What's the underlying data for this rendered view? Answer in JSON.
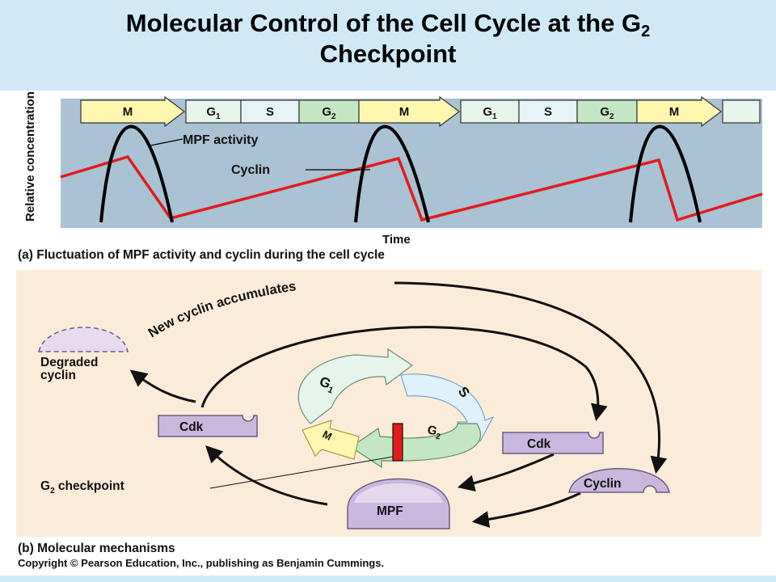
{
  "title": {
    "main": "Molecular Control of the Cell Cycle at the G",
    "sub": "2",
    "line2": "Checkpoint"
  },
  "panel_a": {
    "phases": [
      {
        "letter": "M",
        "sub": ""
      },
      {
        "letter": "G",
        "sub": "1"
      },
      {
        "letter": "S",
        "sub": ""
      },
      {
        "letter": "G",
        "sub": "2"
      },
      {
        "letter": "M",
        "sub": ""
      },
      {
        "letter": "G",
        "sub": "1"
      },
      {
        "letter": "S",
        "sub": ""
      },
      {
        "letter": "G",
        "sub": "2"
      },
      {
        "letter": "M",
        "sub": ""
      }
    ],
    "mpf_label": "MPF activity",
    "cyclin_label": "Cyclin",
    "ylabel": "Relative concentration",
    "xlabel": "Time",
    "caption": "(a) Fluctuation of MPF activity and cyclin during the cell cycle",
    "colors": {
      "plot_bg": "#a9c2d4",
      "mpf_curve": "#000000",
      "cyclin_line": "#e31b1b",
      "m_phase": "#fff7b0",
      "g1_phase": "#e6f4ec",
      "s_phase": "#e6f4f8",
      "g2_phase": "#c3e6c3"
    }
  },
  "panel_b": {
    "new_cyclin": "New cyclin accumulates",
    "degraded_cyclin": [
      "Degraded",
      "cyclin"
    ],
    "cdk_left": "Cdk",
    "cdk_right": "Cdk",
    "cyclin": "Cyclin",
    "mpf": "MPF",
    "cycle": {
      "g1": "G",
      "g1_sub": "1",
      "s": "S",
      "g2": "G",
      "g2_sub": "2",
      "m": "M"
    },
    "checkpoint": {
      "text": "G",
      "sub": "2",
      "rest": " checkpoint"
    },
    "caption": "(b) Molecular mechanisms",
    "colors": {
      "panel_bg": "#fbecd9",
      "protein": "#c9b7dd",
      "protein_stroke": "#6d5a8a",
      "checkpoint_bar": "#e31b1b"
    }
  },
  "copyright": "Copyright © Pearson Education, Inc., publishing as Benjamin Cummings."
}
